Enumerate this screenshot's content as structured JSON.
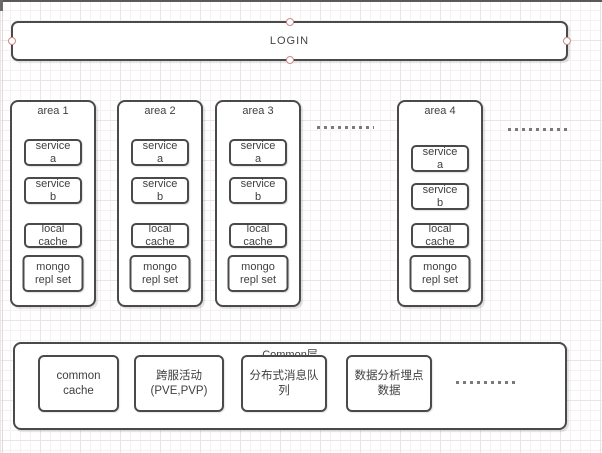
{
  "login": {
    "label": "LOGIN"
  },
  "areas": [
    {
      "label": "area 1",
      "service_a": "service\na",
      "service_b": "service\nb",
      "local_cache": "local\ncache",
      "mongo": "mongo\nrepl set"
    },
    {
      "label": "area 2",
      "service_a": "service\na",
      "service_b": "service\nb",
      "local_cache": "local\ncache",
      "mongo": "mongo\nrepl set"
    },
    {
      "label": "area 3",
      "service_a": "service\na",
      "service_b": "service\nb",
      "local_cache": "local\ncache",
      "mongo": "mongo\nrepl set"
    },
    {
      "label": "area 4",
      "service_a": "service\na",
      "service_b": "service\nb",
      "local_cache": "local\ncache",
      "mongo": "mongo\nrepl set"
    }
  ],
  "common": {
    "label": "Common层",
    "items": [
      {
        "label": "common\ncache"
      },
      {
        "label": "跨服活动\n(PVE,PVP)"
      },
      {
        "label": "分布式消息队\n列"
      },
      {
        "label": "数据分析埋点\n数据"
      }
    ]
  },
  "colors": {
    "shape_border": "#4a4a4a",
    "text": "#3f3f3f",
    "connection_handle": "#d08888",
    "dotted_separator": "#7a7a7a",
    "grid_minor": "#f7f0f1",
    "grid_major": "#ece3e5"
  }
}
